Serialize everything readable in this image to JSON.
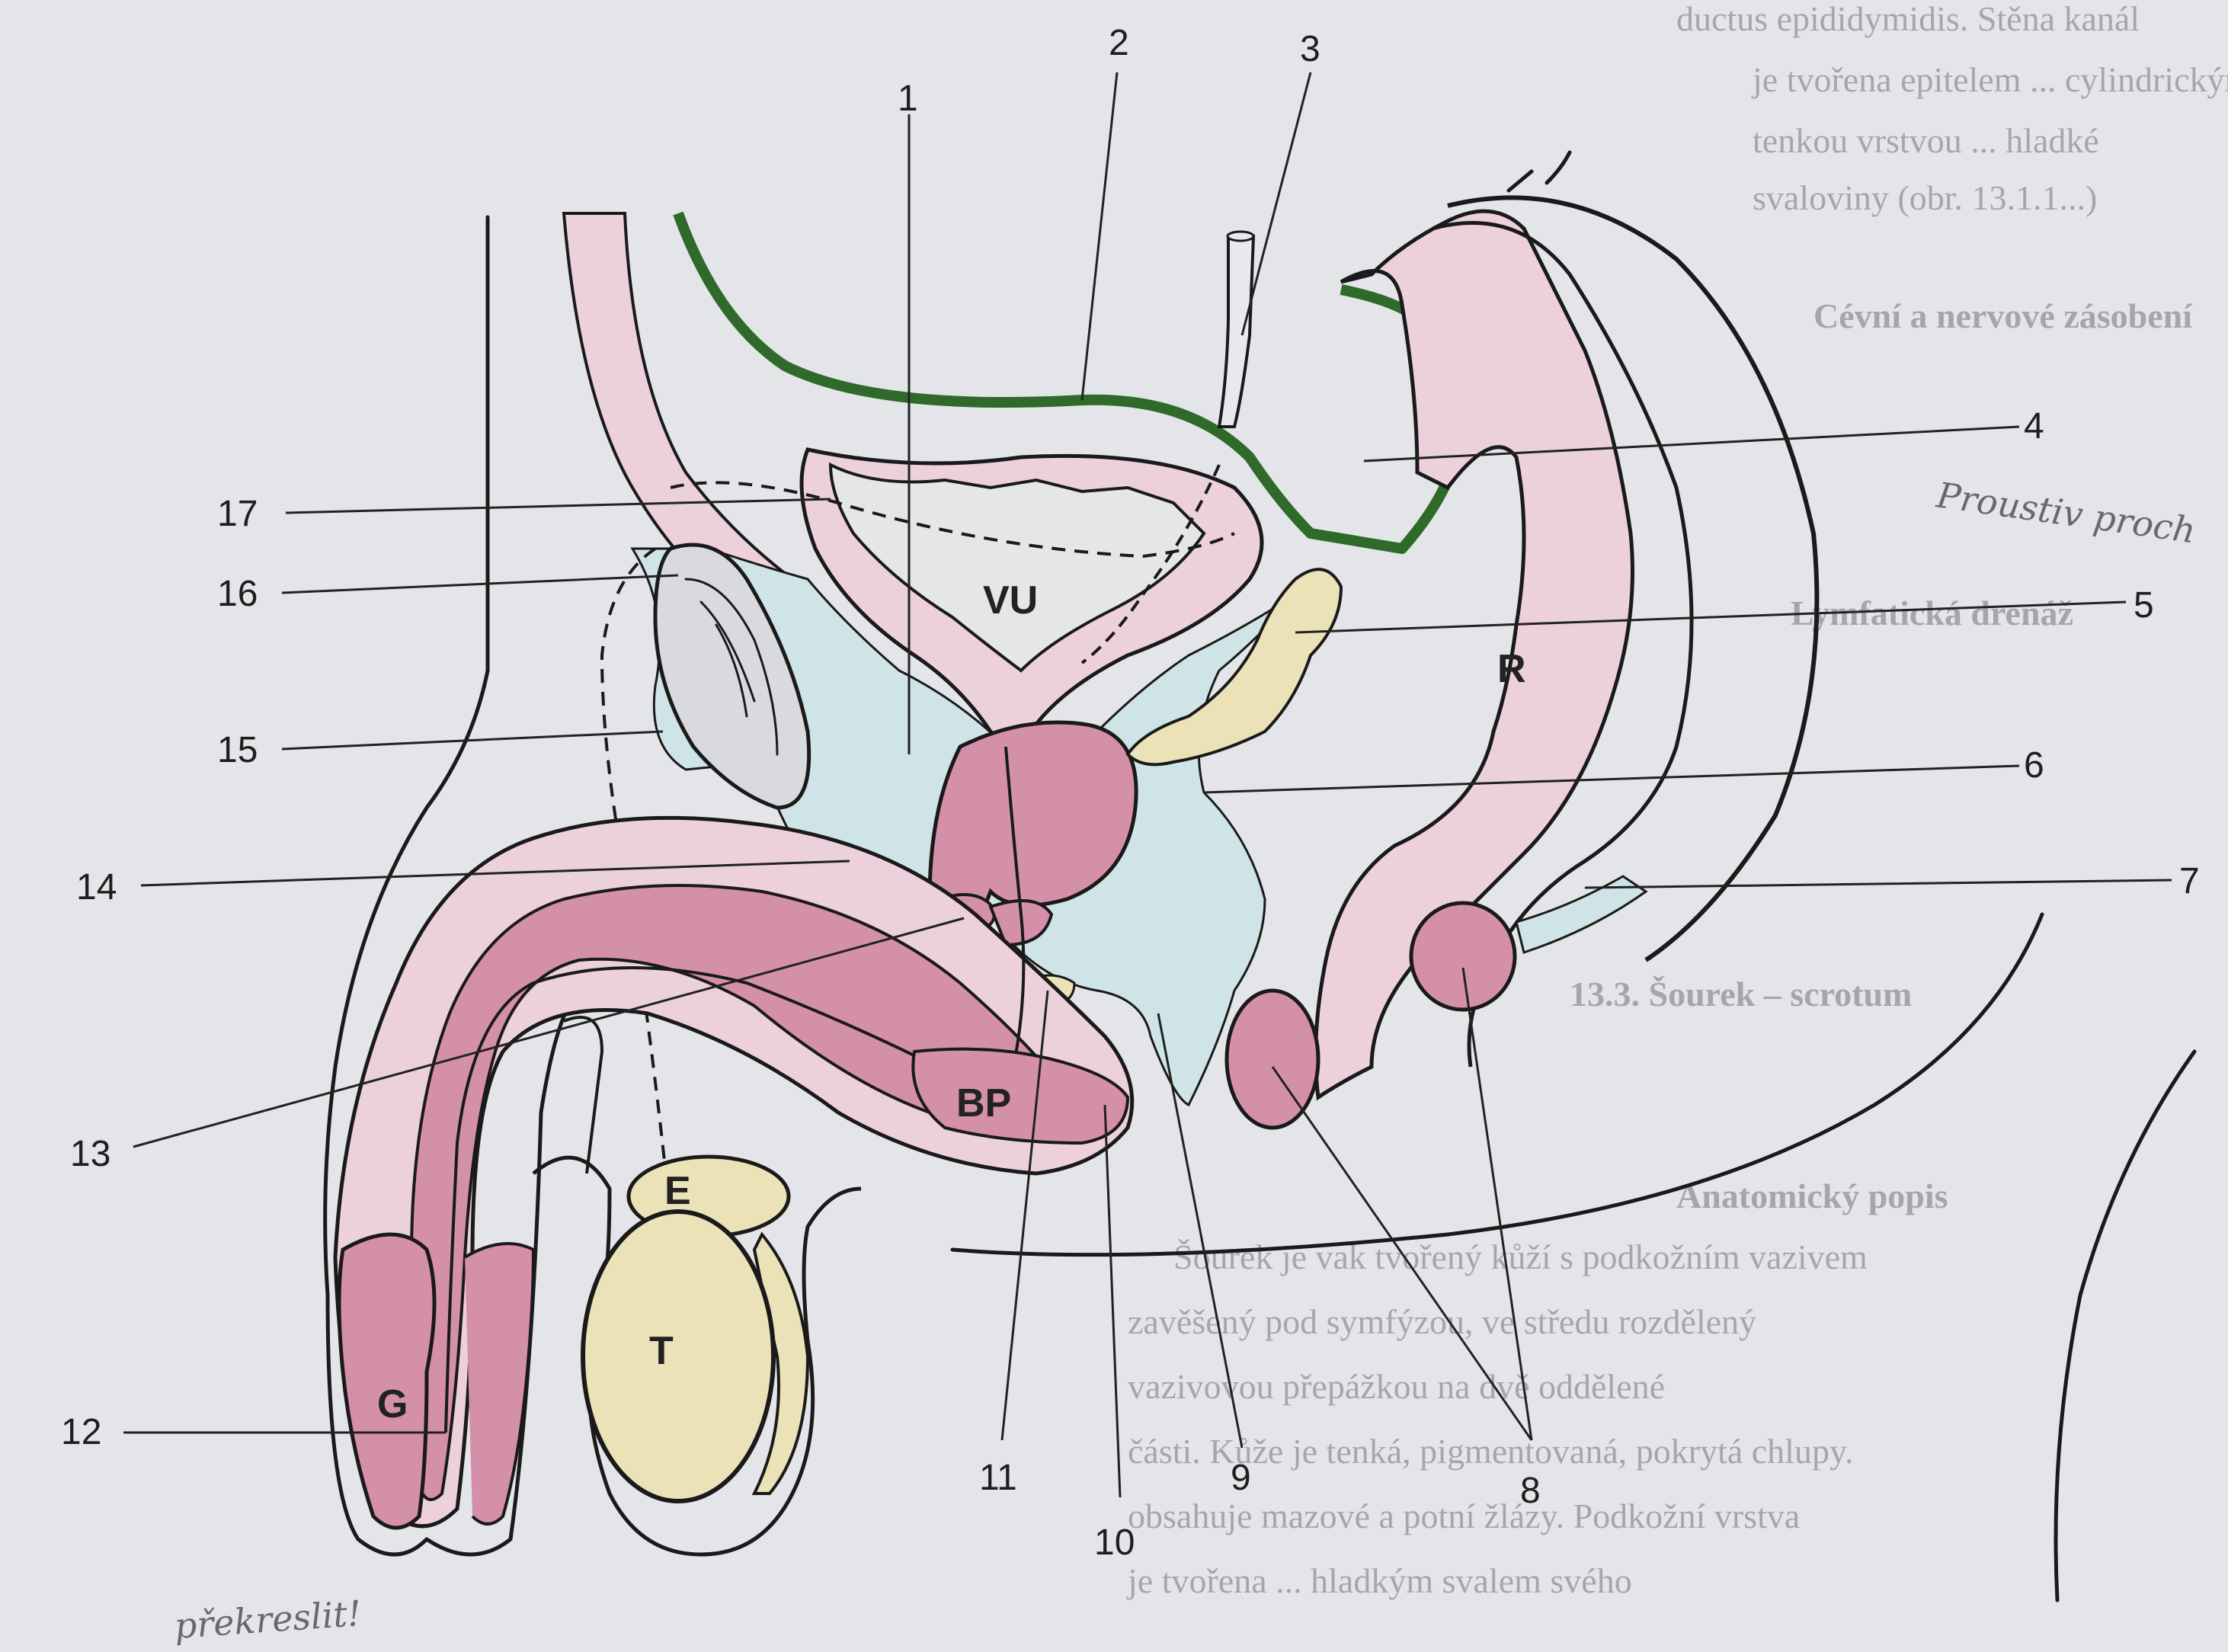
{
  "labels": [
    "1",
    "2",
    "3",
    "4",
    "5",
    "6",
    "7",
    "8",
    "9",
    "10",
    "11",
    "12",
    "13",
    "14",
    "15",
    "16",
    "17"
  ],
  "organ_labels": {
    "vu": "VU",
    "r": "R",
    "bp": "BP",
    "e": "E",
    "t": "T",
    "g": "G"
  },
  "background_text": [
    "ductus epididymidis. Stěna kanál",
    "je tvořena epitelem ... cylindrickým",
    "tenkou vrstvou ... hladké",
    "svaloviny (obr. 13.1.1...)",
    "Cévní a nervové zásobení",
    "Lymfatická drenáž",
    "13.3. Šourek – scrotum",
    "Anatomický popis",
    "Šourek je vak tvořený kůží s podkožním vazivem",
    "zavěšený pod symfýzou, ve středu rozdělený",
    "vazivovou přepážkou na dvě oddělené",
    "části. Kůže je tenká, pigmentovaná, pokrytá chlupy.",
    "obsahuje mazové a potní žlázy. Podkožní vrstva",
    "je tvořena ... hladkým svalem svého"
  ],
  "handwriting": {
    "margin_note": "Proustiv proch",
    "bottom_note": "překreslit!"
  },
  "colors": {
    "pink": "#d490a8",
    "light_pink": "#ecd0dc",
    "blue": "#cfe4e6",
    "yellow": "#ece2b8",
    "green": "#2f6a2a",
    "line": "#1a1a1a"
  }
}
